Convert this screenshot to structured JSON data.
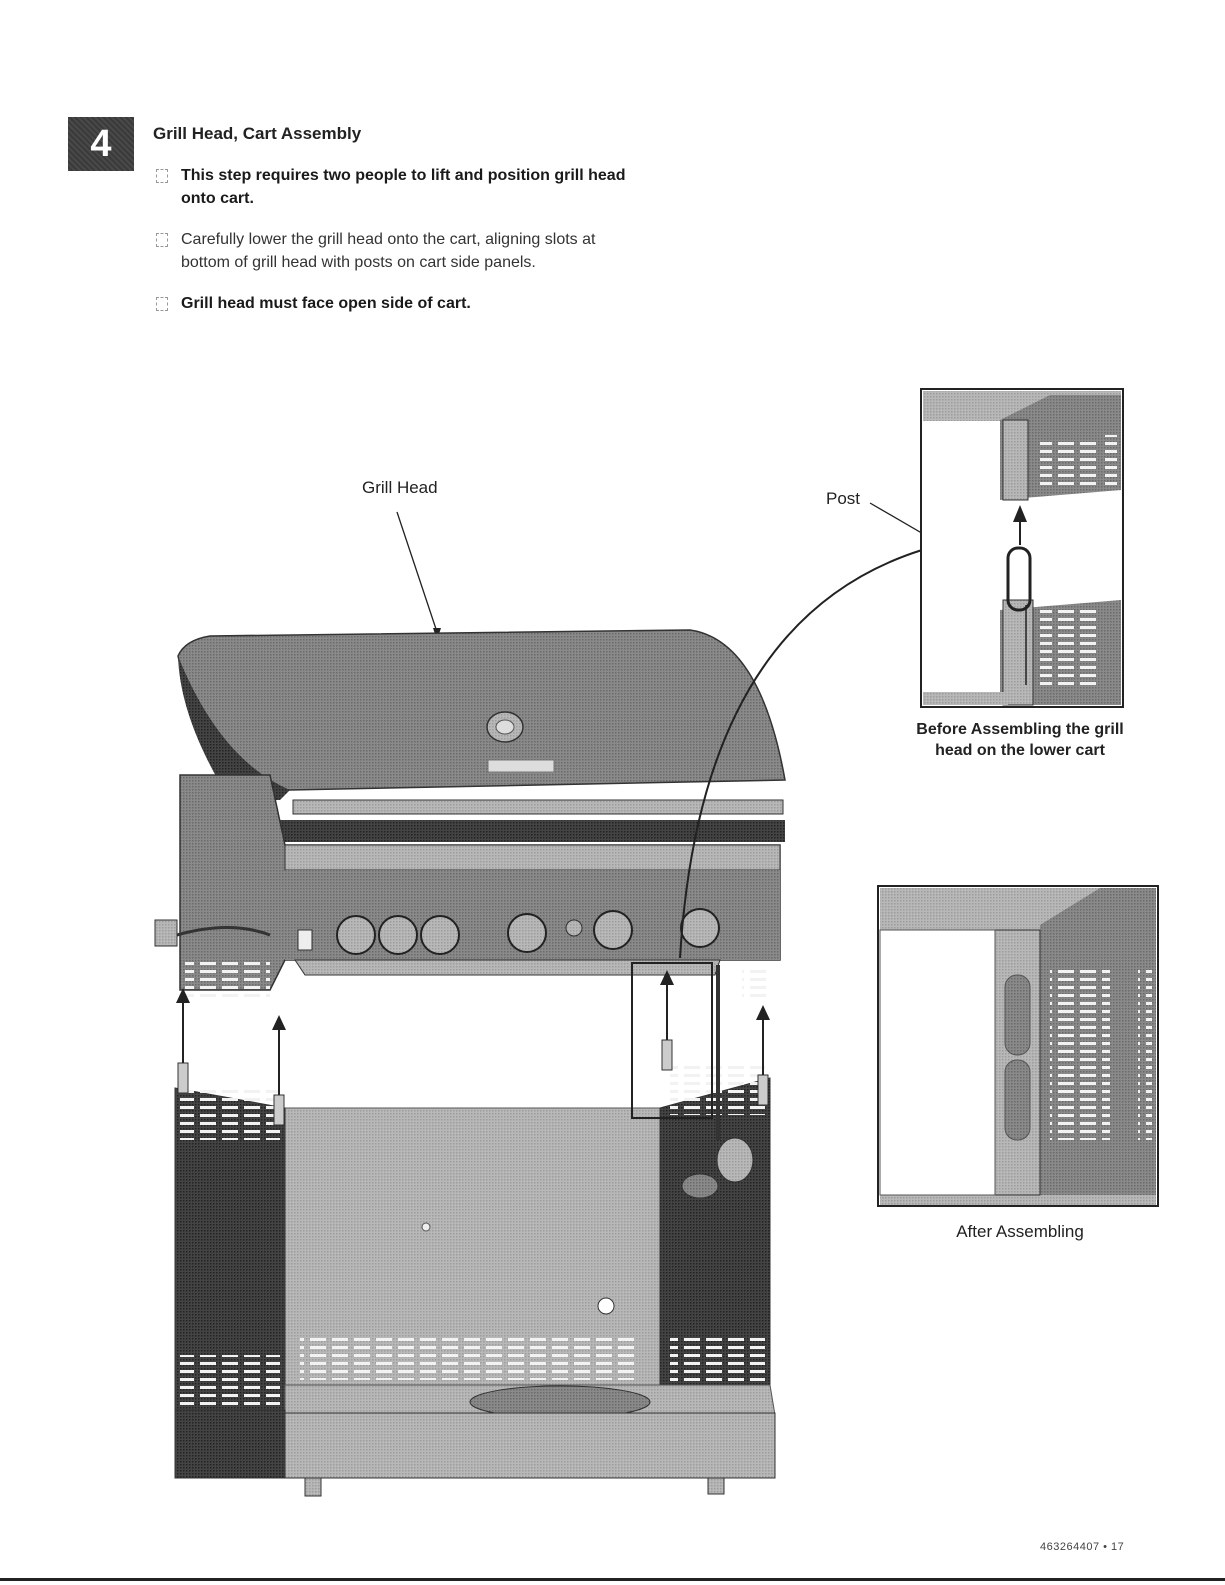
{
  "step": {
    "number": "4",
    "title": "Grill Head, Cart Assembly",
    "bullets": [
      "This step requires two people to lift and position grill head onto cart.",
      "Carefully lower the grill head onto the cart, aligning slots at bottom of grill head with posts on cart side panels.",
      "Grill head must face open side of cart."
    ]
  },
  "labels": {
    "grill_head": "Grill Head",
    "post": "Post"
  },
  "captions": {
    "before": "Before Assembling the grill head on the lower cart",
    "after": "After Assembling"
  },
  "footer": {
    "page": "463264407 • 17"
  }
}
